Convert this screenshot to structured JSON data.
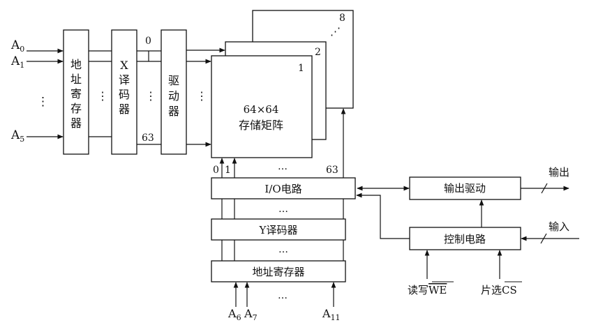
{
  "address_inputs": {
    "a0": "A",
    "a0_sub": "0",
    "a1": "A",
    "a1_sub": "1",
    "dots": "⋮",
    "a5": "A",
    "a5_sub": "5"
  },
  "addr_reg_vertical": [
    "地",
    "址",
    "寄",
    "存",
    "器"
  ],
  "x_decoder_vertical": [
    "X",
    "译",
    "码",
    "器"
  ],
  "driver_vertical": [
    "驱",
    "动",
    "器"
  ],
  "x_labels": {
    "top": "0",
    "bottom": "63"
  },
  "between_dots": "⋮",
  "matrix": {
    "size": "64×64",
    "name": "存储矩阵",
    "planes": [
      "1",
      "2",
      "8"
    ],
    "plane_dots": "⋰"
  },
  "column_labels": {
    "left0": "0",
    "left1": "1",
    "dots": "…",
    "right": "63"
  },
  "io_circuit": "I/O电路",
  "y_decoder": "Y译码器",
  "y_addr_reg": "地址寄存器",
  "row_dots": "…",
  "y_inputs": {
    "a6": "A",
    "a6_sub": "6",
    "a7": "A",
    "a7_sub": "7",
    "dots": "…",
    "a11": "A",
    "a11_sub": "11"
  },
  "output_driver": "输出驱动",
  "control_circuit": "控制电路",
  "output_label": "输出",
  "input_label": "输入",
  "we": {
    "prefix": "读写",
    "signal": "WE"
  },
  "cs": {
    "prefix": "片选",
    "signal": "CS"
  }
}
